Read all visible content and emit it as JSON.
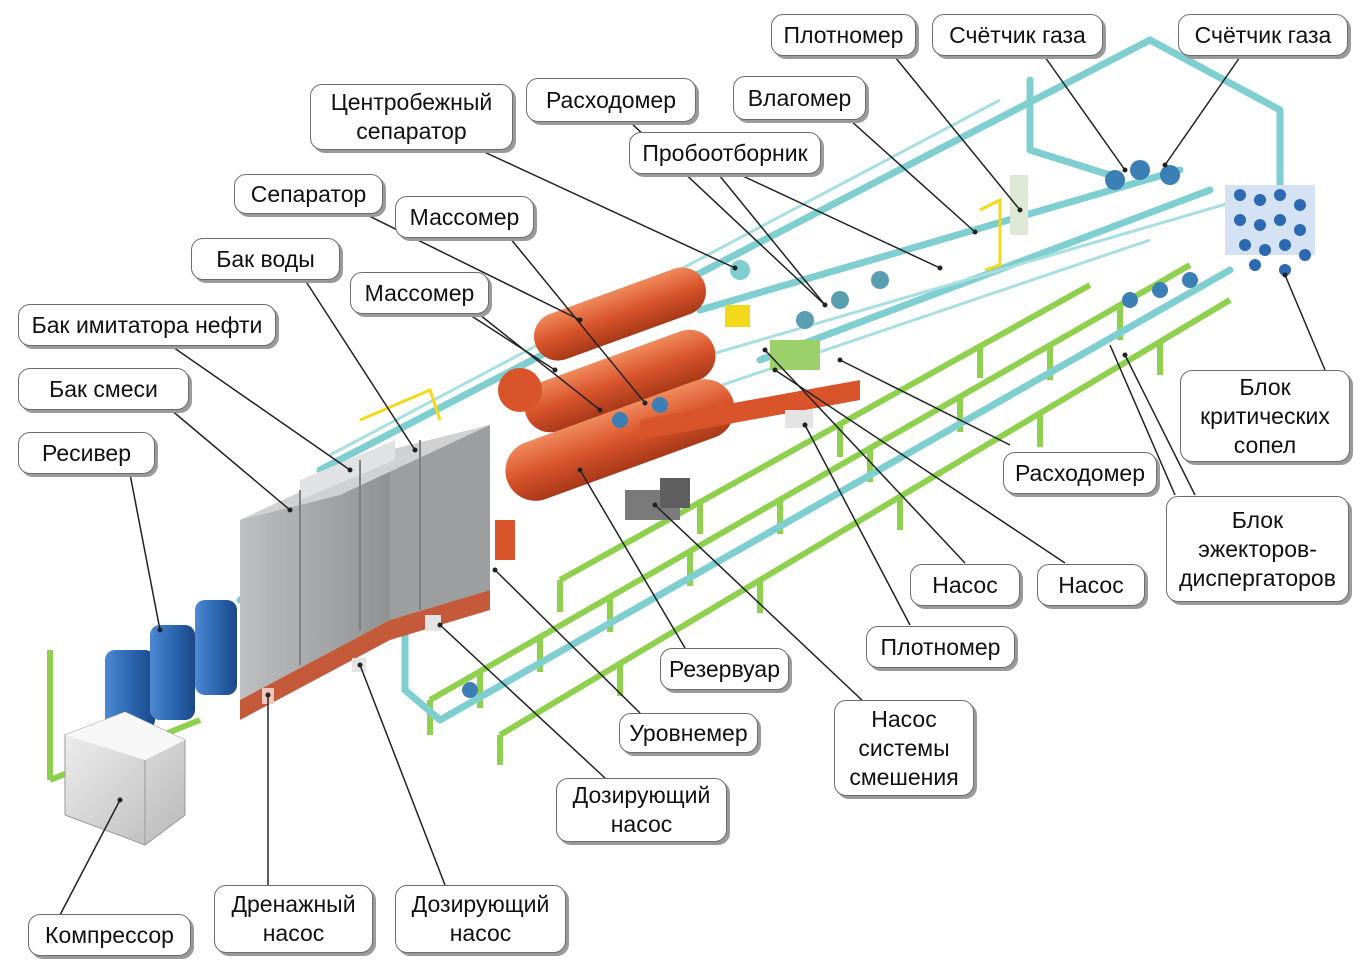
{
  "colors": {
    "tank_gray": "#a7a9ab",
    "vessel_red": "#d9542b",
    "pipe_cyan": "#7fcfd0",
    "frame_green": "#8fd14f",
    "receiver_blue": "#2d68b3",
    "valve_yellow": "#f3d91a",
    "label_border": "#6d6d6d",
    "leader_line": "#222222"
  },
  "labels": {
    "plotnomer_top": "Плотномер",
    "schetchik_gaza_1": "Счётчик газа",
    "schetchik_gaza_2": "Счётчик газа",
    "centrifugal_separator": "Центробежный\nсепаратор",
    "raskhodomer_top": "Расходомер",
    "vlagomer": "Влагомер",
    "probootbornik": "Пробоотборник",
    "separator": "Сепаратор",
    "massomer_1": "Массомер",
    "bak_vody": "Бак воды",
    "massomer_2": "Массомер",
    "bak_imitatora_nefti": "Бак имитатора нефти",
    "bak_smesi": "Бак смеси",
    "resiver": "Ресивер",
    "blok_kriticheskikh_sopel": "Блок\nкритических\nсопел",
    "raskhodomer_right": "Расходомер",
    "blok_ezhektorov": "Блок\nэжекторов-\nдиспергаторов",
    "nasos_1": "Насос",
    "nasos_2": "Насос",
    "plotnomer_bottom": "Плотномер",
    "rezervuar": "Резервуар",
    "nasos_sistemy_smesheniya": "Насос\nсистемы\nсмешения",
    "urovnemer": "Уровнемер",
    "doziruyushchiy_nasos_1": "Дозирующий\nнасос",
    "doziruyushchiy_nasos_2": "Дозирующий\nнасос",
    "drenazhnyy_nasos": "Дренажный\nнасос",
    "kompressor": "Компрессор"
  }
}
